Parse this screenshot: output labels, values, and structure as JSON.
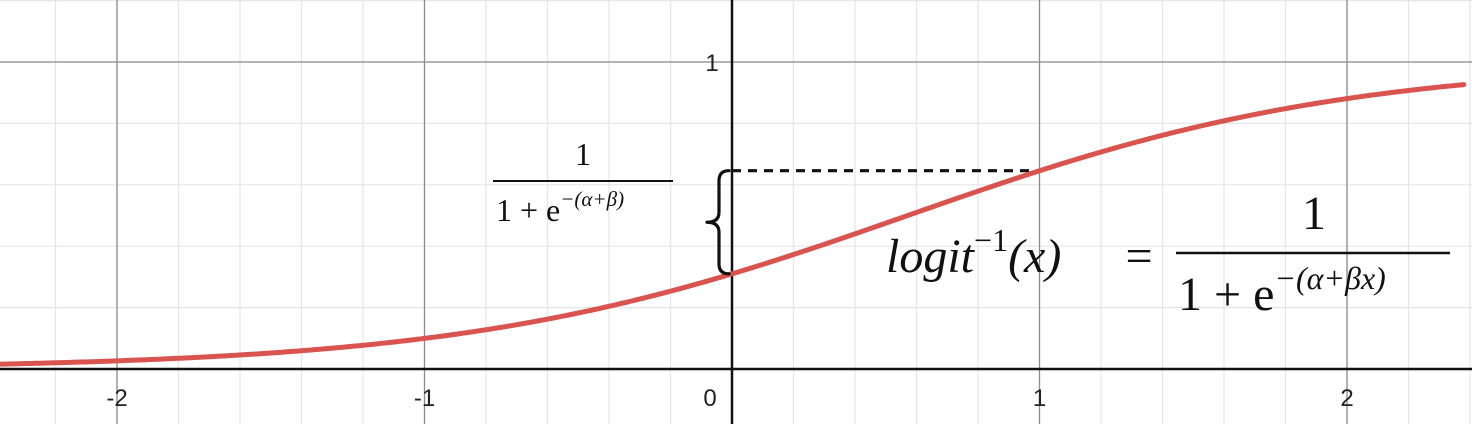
{
  "chart_data": {
    "type": "line",
    "title": "",
    "xlabel": "",
    "ylabel": "",
    "xlim": [
      -2.38,
      2.38
    ],
    "ylim": [
      -0.18,
      1.2
    ],
    "grid": true,
    "x_ticks": [
      {
        "value": -2,
        "label": "-2"
      },
      {
        "value": -1,
        "label": "-1"
      },
      {
        "value": 0,
        "label": "0"
      },
      {
        "value": 1,
        "label": "1"
      },
      {
        "value": 2,
        "label": "2"
      }
    ],
    "y_ticks": [
      {
        "value": 1,
        "label": "1"
      }
    ],
    "curve": {
      "function": "1/(1+exp(-(alpha+beta*x)))",
      "alpha": -0.8,
      "beta": 1.4,
      "x_range": [
        -2.38,
        2.38
      ],
      "color": "#d9534f"
    },
    "reference_point": {
      "x": 1,
      "y": 0.646
    },
    "annotations": {
      "brace_numerator": "1",
      "brace_denominator_base": "1 + e",
      "brace_denominator_exponent": "−(α+β)",
      "formula_lhs": "logit",
      "formula_lhs_sup": "−1",
      "formula_lhs_arg": "(x)",
      "formula_equals": "=",
      "formula_numerator": "1",
      "formula_denominator_base": "1 + e",
      "formula_denominator_exponent": "−(α+βx)"
    }
  }
}
